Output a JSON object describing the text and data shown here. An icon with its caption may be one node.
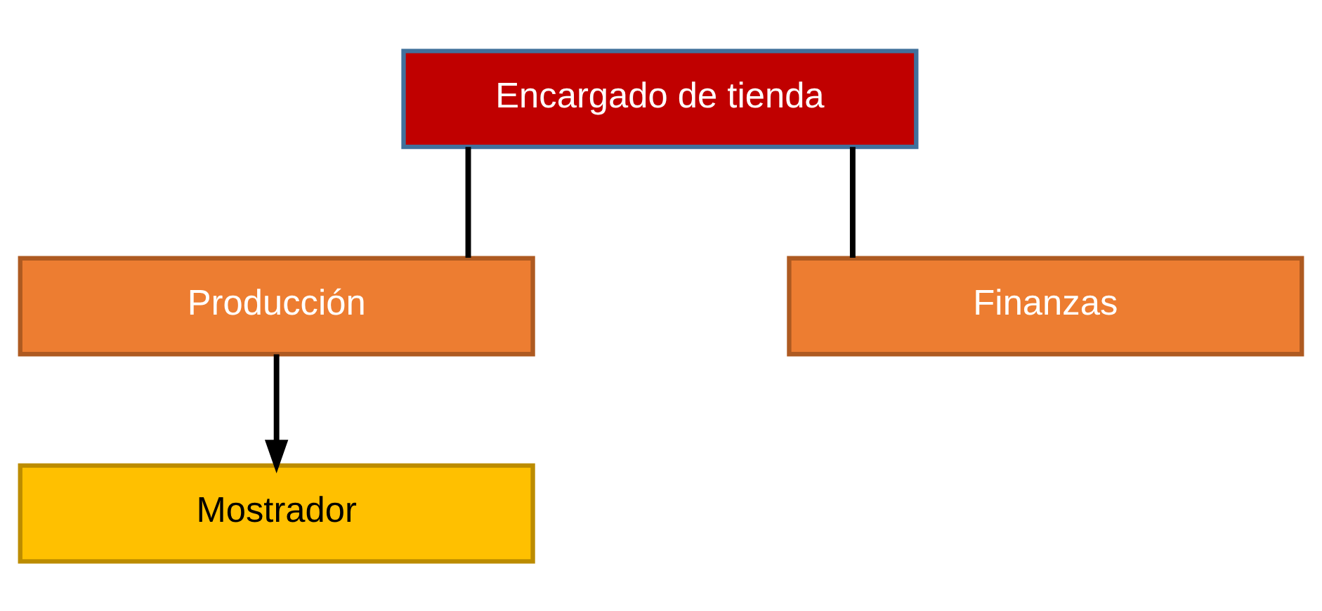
{
  "diagram": {
    "nodes": [
      {
        "text": [
          "Encargado de tienda"
        ]
      },
      {
        "text": [
          "Producción"
        ]
      },
      {
        "text": [
          "Finanzas"
        ]
      },
      {
        "text": [
          "Mostrador"
        ]
      }
    ],
    "edges": [
      {
        "from": 0,
        "to": 1,
        "arrow": "none"
      },
      {
        "from": 0,
        "to": 2,
        "arrow": "none"
      },
      {
        "from": 1,
        "to": 3,
        "arrow": "to"
      }
    ]
  }
}
